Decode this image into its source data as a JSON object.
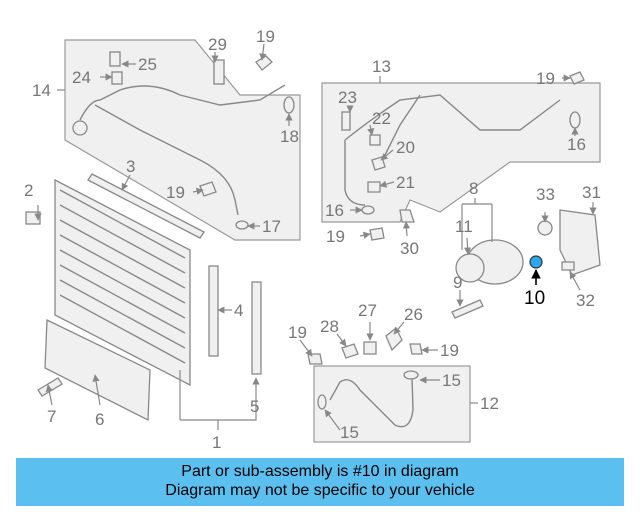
{
  "labels": [
    "1",
    "2",
    "3",
    "4",
    "5",
    "6",
    "7",
    "8",
    "9",
    "10",
    "11",
    "12",
    "13",
    "14",
    "15",
    "16",
    "17",
    "18",
    "19",
    "20",
    "21",
    "22",
    "23",
    "24",
    "25",
    "26",
    "27",
    "28",
    "29",
    "30",
    "31",
    "32",
    "33"
  ],
  "highlighted_part": "10",
  "notice": {
    "line1": "Part or sub-assembly is #10 in diagram",
    "line2": "Diagram may not be specific to your vehicle"
  },
  "colors": {
    "banner": "#5bbff0",
    "highlight_part": "#2aa8e8",
    "line_art": "#888888",
    "group_fill": "#f0f0f0"
  }
}
